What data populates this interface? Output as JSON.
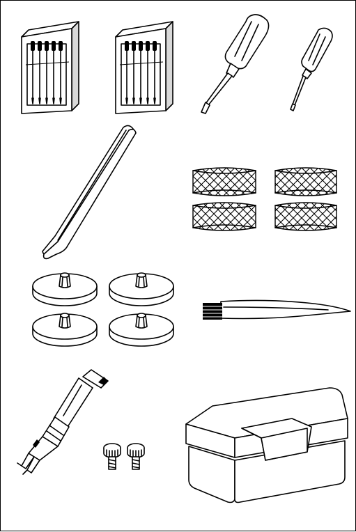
{
  "page": {
    "background": "#ffffff",
    "line_color": "#000000",
    "border": true
  },
  "illustration": {
    "items": [
      {
        "icon": "needle-pack-icon",
        "count": 2
      },
      {
        "icon": "large-screwdriver-icon",
        "count": 1
      },
      {
        "icon": "small-screwdriver-icon",
        "count": 1
      },
      {
        "icon": "tweezers-icon",
        "count": 1
      },
      {
        "icon": "spool-net-icon",
        "count": 4
      },
      {
        "icon": "spool-cap-icon",
        "count": 4
      },
      {
        "icon": "lint-brush-icon",
        "count": 1
      },
      {
        "icon": "seam-ripper-icon",
        "count": 1
      },
      {
        "icon": "thumb-screw-icon",
        "count": 2
      },
      {
        "icon": "accessory-case-icon",
        "count": 1
      }
    ]
  }
}
